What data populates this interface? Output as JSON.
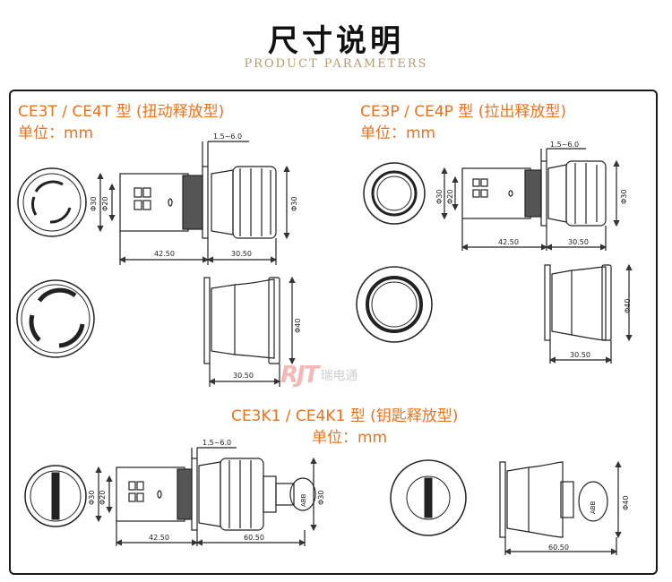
{
  "header": {
    "title": "尺寸说明",
    "subtitle": "PRODUCT  PARAMETERS"
  },
  "sections": [
    {
      "model": "CE3T / CE4T 型 (扭动释放型)",
      "unit": "单位：mm",
      "dims": {
        "offset": "1.5~6.0",
        "body_dia": "Φ20",
        "flange_dia": "Φ30",
        "head_dia": "Φ30",
        "len_a": "42.50",
        "len_b": "30.50",
        "big_dia": "Φ40",
        "big_len": "30.50"
      }
    },
    {
      "model": "CE3P / CE4P 型 (拉出释放型)",
      "unit": "单位：mm",
      "dims": {
        "offset": "1.5~6.0",
        "body_dia": "Φ20",
        "flange_dia": "Φ30",
        "head_dia": "Φ30",
        "len_a": "42.50",
        "len_b": "30.50",
        "big_dia": "Φ40",
        "big_len": "30.50"
      }
    },
    {
      "model": "CE3K1 / CE4K1 型 (钥匙释放型)",
      "unit": "单位：mm",
      "dims": {
        "offset": "1.5~6.0",
        "body_dia": "Φ20",
        "flange_dia": "Φ30",
        "head_dia": "Φ30",
        "len_a": "42.50",
        "len_b": "60.50",
        "big_dia": "Φ40",
        "big_len": "60.50",
        "key_brand": "ABB"
      }
    }
  ],
  "watermark": {
    "mark": "RJT",
    "name": "瑞电通"
  },
  "colors": {
    "accent": "#e8731f",
    "subtitle": "#b49a6e",
    "line": "#333333"
  }
}
